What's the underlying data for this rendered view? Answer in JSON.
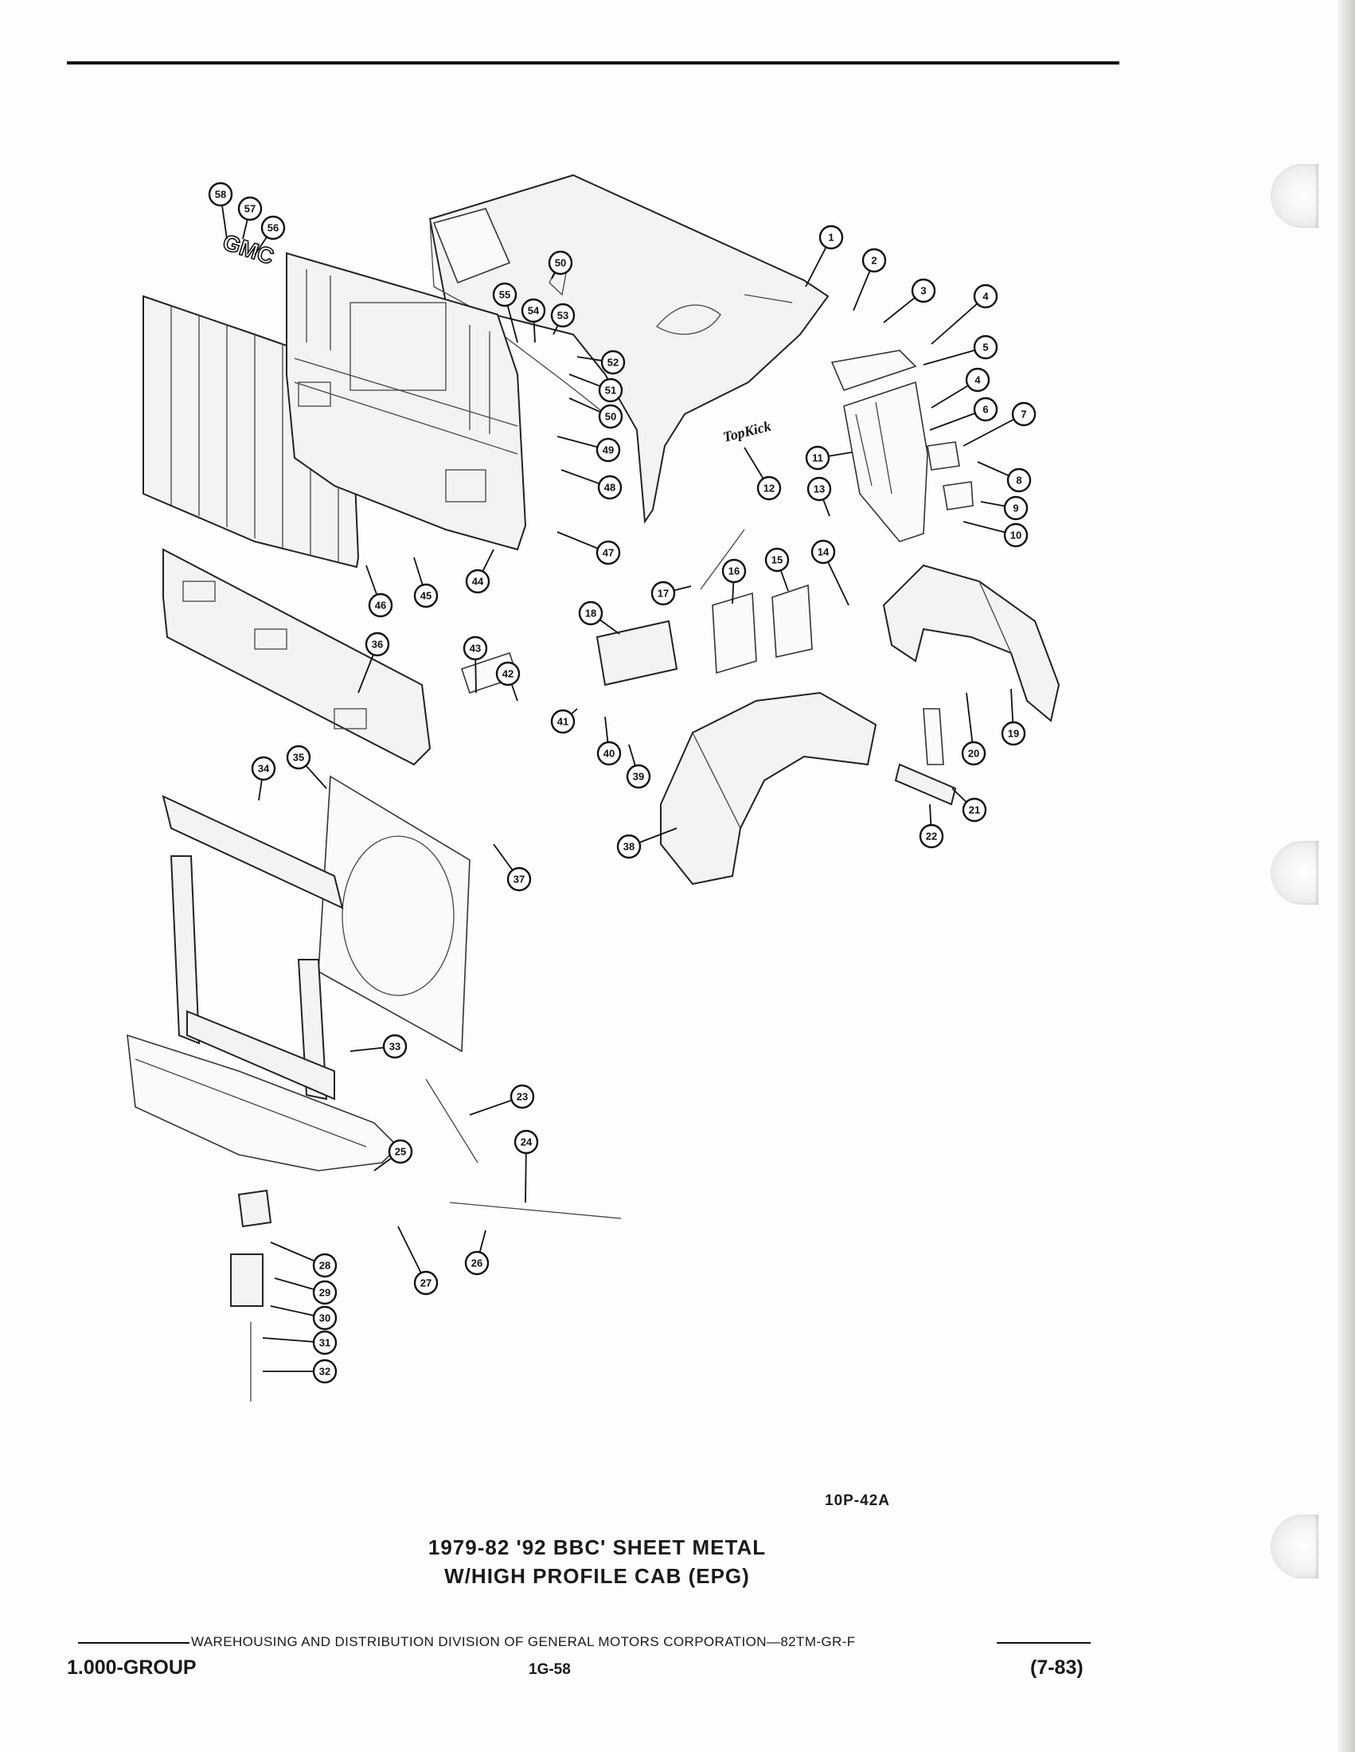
{
  "figure_ref": "10P-42A",
  "title_line1": "1979-82 '92 BBC' SHEET METAL",
  "title_line2": "W/HIGH PROFILE CAB (EPG)",
  "footer": {
    "division": "WAREHOUSING AND DISTRIBUTION  DIVISION OF GENERAL MOTORS CORPORATION—82TM-GR-F",
    "group": "1.000-GROUP",
    "page": "1G-58",
    "date": "(7-83)"
  },
  "diagram_text": {
    "emblem": "GMC",
    "badge": "TopKick"
  },
  "callouts": [
    {
      "number": "1"
    },
    {
      "number": "2"
    },
    {
      "number": "3"
    },
    {
      "number": "4"
    },
    {
      "number": "5"
    },
    {
      "number": "4"
    },
    {
      "number": "6"
    },
    {
      "number": "7"
    },
    {
      "number": "8"
    },
    {
      "number": "9"
    },
    {
      "number": "10"
    },
    {
      "number": "11"
    },
    {
      "number": "12"
    },
    {
      "number": "13"
    },
    {
      "number": "14"
    },
    {
      "number": "15"
    },
    {
      "number": "16"
    },
    {
      "number": "17"
    },
    {
      "number": "18"
    },
    {
      "number": "19"
    },
    {
      "number": "20"
    },
    {
      "number": "21"
    },
    {
      "number": "22"
    },
    {
      "number": "23"
    },
    {
      "number": "24"
    },
    {
      "number": "25"
    },
    {
      "number": "26"
    },
    {
      "number": "27"
    },
    {
      "number": "28"
    },
    {
      "number": "29"
    },
    {
      "number": "30"
    },
    {
      "number": "31"
    },
    {
      "number": "32"
    },
    {
      "number": "33"
    },
    {
      "number": "34"
    },
    {
      "number": "35"
    },
    {
      "number": "36"
    },
    {
      "number": "37"
    },
    {
      "number": "38"
    },
    {
      "number": "39"
    },
    {
      "number": "40"
    },
    {
      "number": "41"
    },
    {
      "number": "42"
    },
    {
      "number": "43"
    },
    {
      "number": "44"
    },
    {
      "number": "45"
    },
    {
      "number": "46"
    },
    {
      "number": "47"
    },
    {
      "number": "48"
    },
    {
      "number": "49"
    },
    {
      "number": "50"
    },
    {
      "number": "51"
    },
    {
      "number": "50"
    },
    {
      "number": "52"
    },
    {
      "number": "53"
    },
    {
      "number": "54"
    },
    {
      "number": "55"
    },
    {
      "number": "56"
    },
    {
      "number": "57"
    },
    {
      "number": "58"
    }
  ]
}
